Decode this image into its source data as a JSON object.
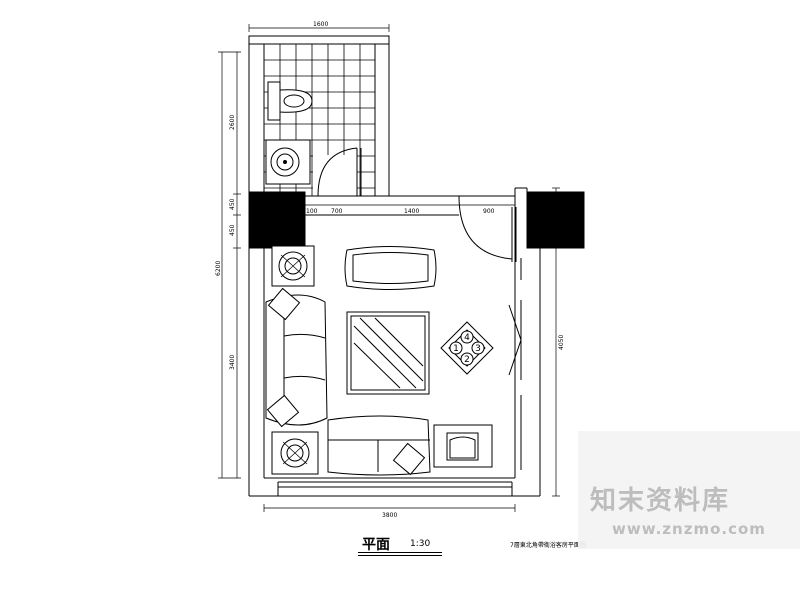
{
  "drawing": {
    "title": "平面",
    "scale": "1:30",
    "note": "7層東北角帶衛浴客房平面圖"
  },
  "dimensions": {
    "top": "1600",
    "bottom": "3800",
    "left_toilet": "2600",
    "left_450a": "450",
    "left_450b": "450",
    "left_total": "6200",
    "left_living": "3400",
    "right": "4050",
    "wall_seg_1": "700",
    "wall_seg_2": "1400",
    "wall_seg_3": "900",
    "wall_seg_4": "100"
  },
  "table_labels": [
    "1",
    "2",
    "3",
    "4"
  ],
  "watermark": {
    "brand": "知末资料库",
    "url": "www.znzmo.com"
  },
  "colors": {
    "line": "#000000",
    "column_fill": "#000000",
    "watermark": "#bdbdbd"
  }
}
